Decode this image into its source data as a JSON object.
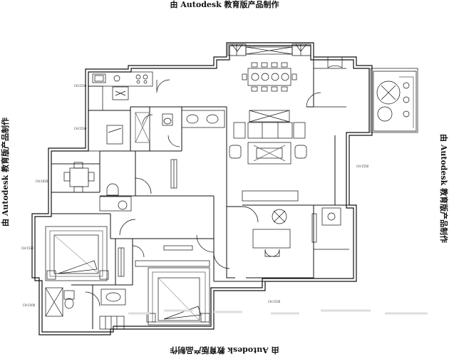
{
  "watermark": {
    "top": "由 Autodesk 教育版产品制作",
    "bottom": "由 Autodesk 教育版产品制作",
    "left": "由 Autodesk 教育版产品制作",
    "right": "由 Autodesk 教育版产品制作"
  },
  "colors": {
    "line": "#111111",
    "fill": "#ffffff",
    "hatch": "#555555"
  }
}
